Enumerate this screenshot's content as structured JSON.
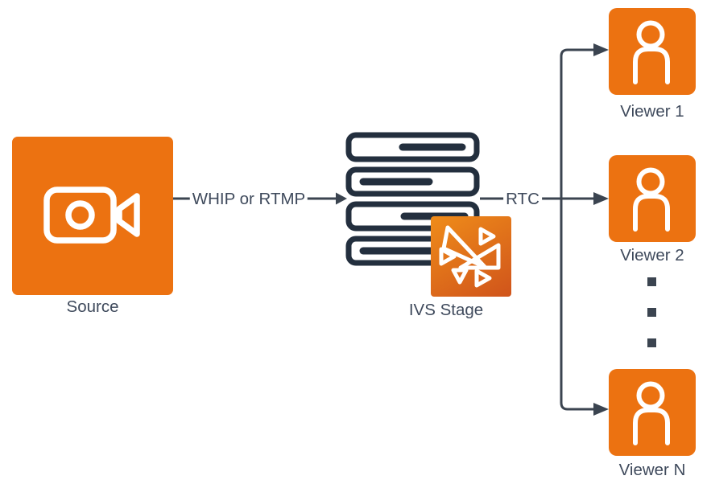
{
  "nodes": {
    "source": {
      "label": "Source",
      "icon": "video-camera-icon"
    },
    "ivs_stage": {
      "label": "IVS Stage",
      "icon": "server-stack-icon",
      "badge_icon": "ivs-triangles-icon"
    },
    "viewer_1": {
      "label": "Viewer 1",
      "icon": "person-icon"
    },
    "viewer_2": {
      "label": "Viewer 2",
      "icon": "person-icon"
    },
    "viewer_n": {
      "label": "Viewer N",
      "icon": "person-icon"
    }
  },
  "edges": {
    "ingest": {
      "label": "WHIP or RTMP",
      "from": "source",
      "to": "ivs_stage"
    },
    "rtc": {
      "label": "RTC",
      "from": "ivs_stage",
      "to": "viewers"
    }
  },
  "ellipsis_between_viewers": {
    "style": "three-square-dots"
  },
  "colors": {
    "node_orange": "#EC7211",
    "line": "#3B4450",
    "icon_dark": "#232F3E",
    "label_text": "#3F4A5C",
    "ivs_gradient_start": "#EF8C1A",
    "ivs_gradient_end": "#D0541B",
    "background": "#FFFFFF"
  }
}
